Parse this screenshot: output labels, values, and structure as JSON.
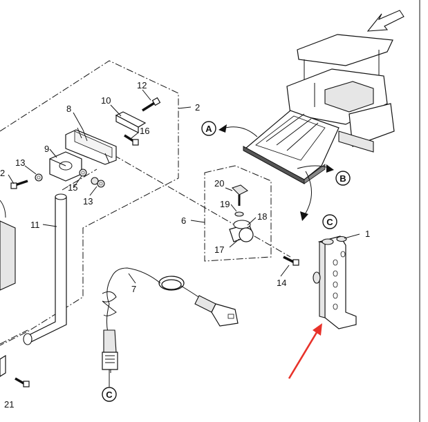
{
  "diagram": {
    "part_numbers": [
      "1",
      "2",
      "6",
      "7",
      "8",
      "9",
      "10",
      "11",
      "12",
      "13",
      "14",
      "15",
      "16",
      "17",
      "18",
      "19",
      "20",
      "21"
    ],
    "callouts": [
      "A",
      "B",
      "C"
    ],
    "labels": {
      "p1": "1",
      "p2_left": "2",
      "p2_right": "2",
      "p6": "6",
      "p7": "7",
      "p8": "8",
      "p9": "9",
      "p10": "10",
      "p11": "11",
      "p12": "12",
      "p13_a": "13",
      "p13_b": "13",
      "p14": "14",
      "p15": "15",
      "p16": "16",
      "p17": "17",
      "p18": "18",
      "p19": "19",
      "p20": "20",
      "p21": "21",
      "callout_a": "A",
      "callout_b": "B",
      "callout_c_top": "C",
      "callout_c_bottom": "C"
    },
    "colors": {
      "line": "#111111",
      "arrow_highlight": "#e8322a",
      "fill": "#ffffff",
      "shade": "#e6e6e6"
    }
  }
}
